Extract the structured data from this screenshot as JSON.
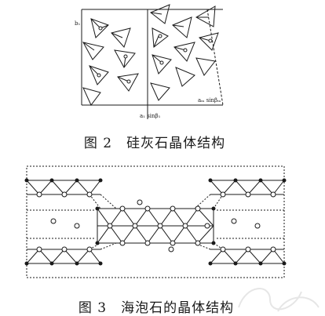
{
  "figure2": {
    "caption_number": "图 2",
    "caption_text": "硅灰石晶体结构",
    "labels": {
      "left_axis": "b₁",
      "bottom_axis": "a₁ sinβ₁",
      "right_axis": "aₘ sinβₘ"
    }
  },
  "figure3": {
    "caption_number": "图 3",
    "caption_text": "海泡石的晶体结构"
  }
}
